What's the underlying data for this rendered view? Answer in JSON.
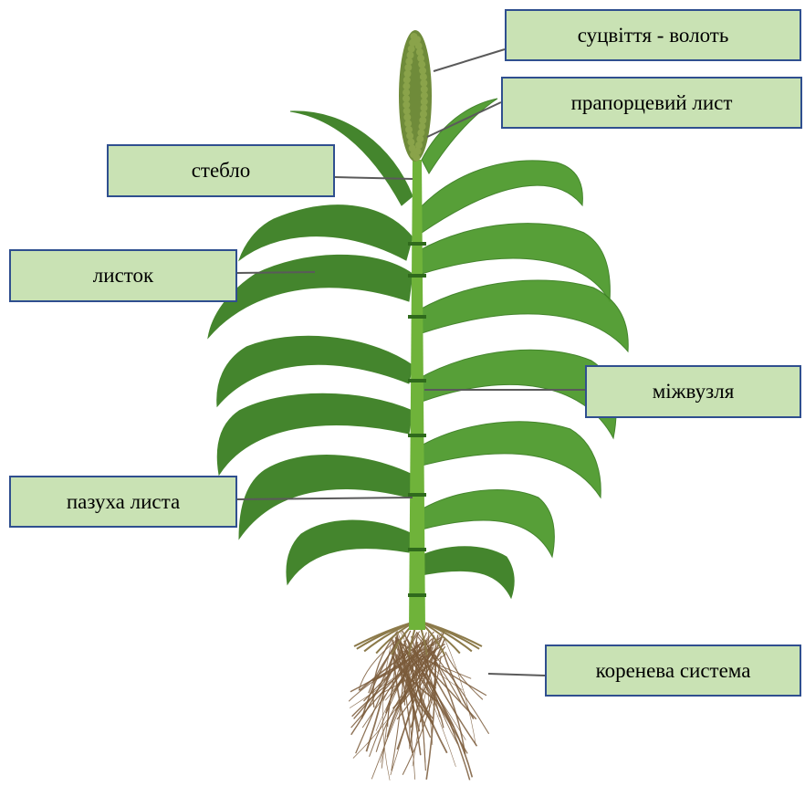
{
  "colors": {
    "label_fill": "#c9e2b4",
    "label_border": "#2f4f8f",
    "leaf": "#4f9a2e",
    "leaf_dark": "#3b7f22",
    "stem": "#6fb33a",
    "node": "#2f6a1c",
    "panicle": "#6f8b3a",
    "root": "#7a5a3a",
    "leader": "#5a5a5a"
  },
  "labels": {
    "inflorescence": "суцвіття - волоть",
    "flag_leaf": "прапорцевий лист",
    "stem": "стебло",
    "leaf": "листок",
    "internode": "міжвузля",
    "leaf_axil": "пазуха листа",
    "root_system": "коренева система"
  }
}
